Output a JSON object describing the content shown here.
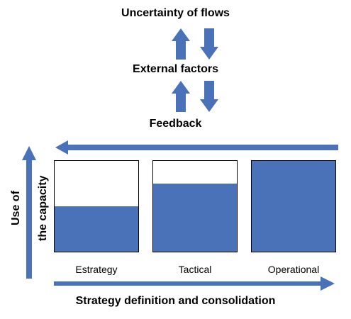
{
  "top": {
    "line1": "Uncertainty of flows",
    "line2": "External factors",
    "line3": "Feedback"
  },
  "axes": {
    "y_label_line1": "Use of",
    "y_label_line2": "the capacity",
    "x_label": "Strategy definition and consolidation"
  },
  "stages": [
    {
      "label": "Estrategy",
      "capacity_fraction": 0.5
    },
    {
      "label": "Tactical",
      "capacity_fraction": 0.75
    },
    {
      "label": "Operational",
      "capacity_fraction": 1.0
    }
  ],
  "colors": {
    "accent": "#4a72b8",
    "border": "#000000"
  }
}
